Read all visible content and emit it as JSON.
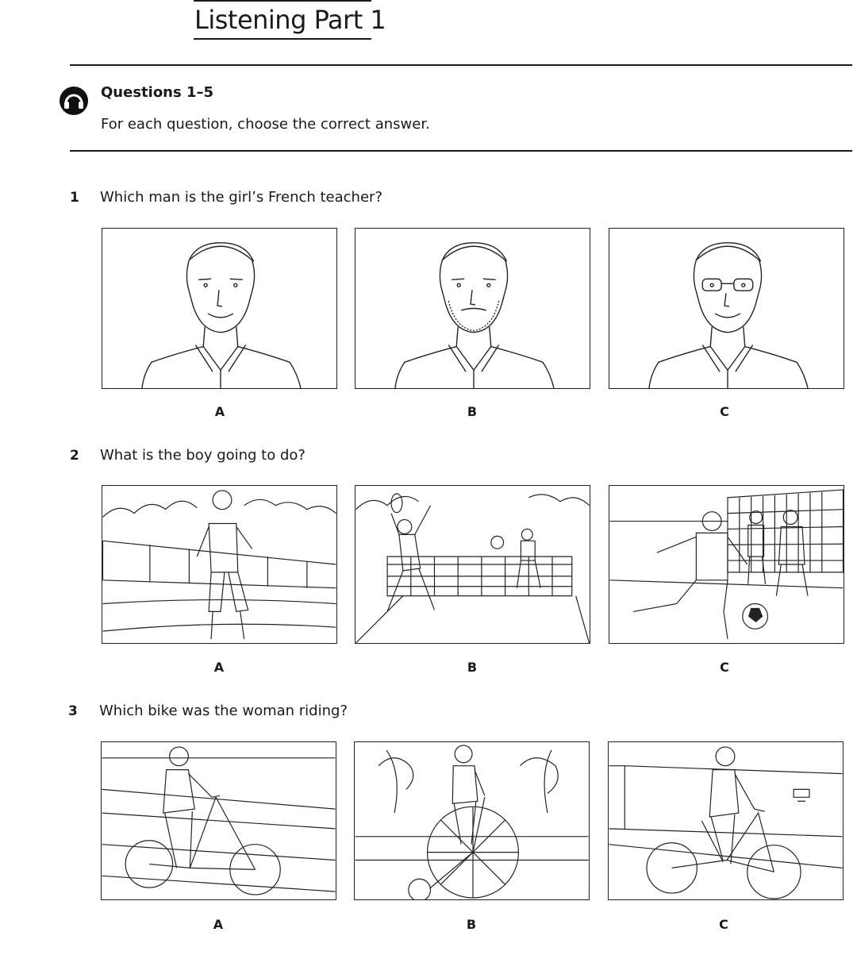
{
  "title": "Listening Part 1",
  "section": {
    "heading": "Questions 1–5",
    "instruction": "For each question, choose the correct answer.",
    "icon": "headphones-icon"
  },
  "questions": [
    {
      "number": "1",
      "text": "Which man is the girl’s French teacher?",
      "options": [
        "A",
        "B",
        "C"
      ]
    },
    {
      "number": "2",
      "text": "What is the boy going to do?",
      "options": [
        "A",
        "B",
        "C"
      ]
    },
    {
      "number": "3",
      "text": "Which bike was the woman riding?",
      "options": [
        "A",
        "B",
        "C"
      ]
    }
  ]
}
